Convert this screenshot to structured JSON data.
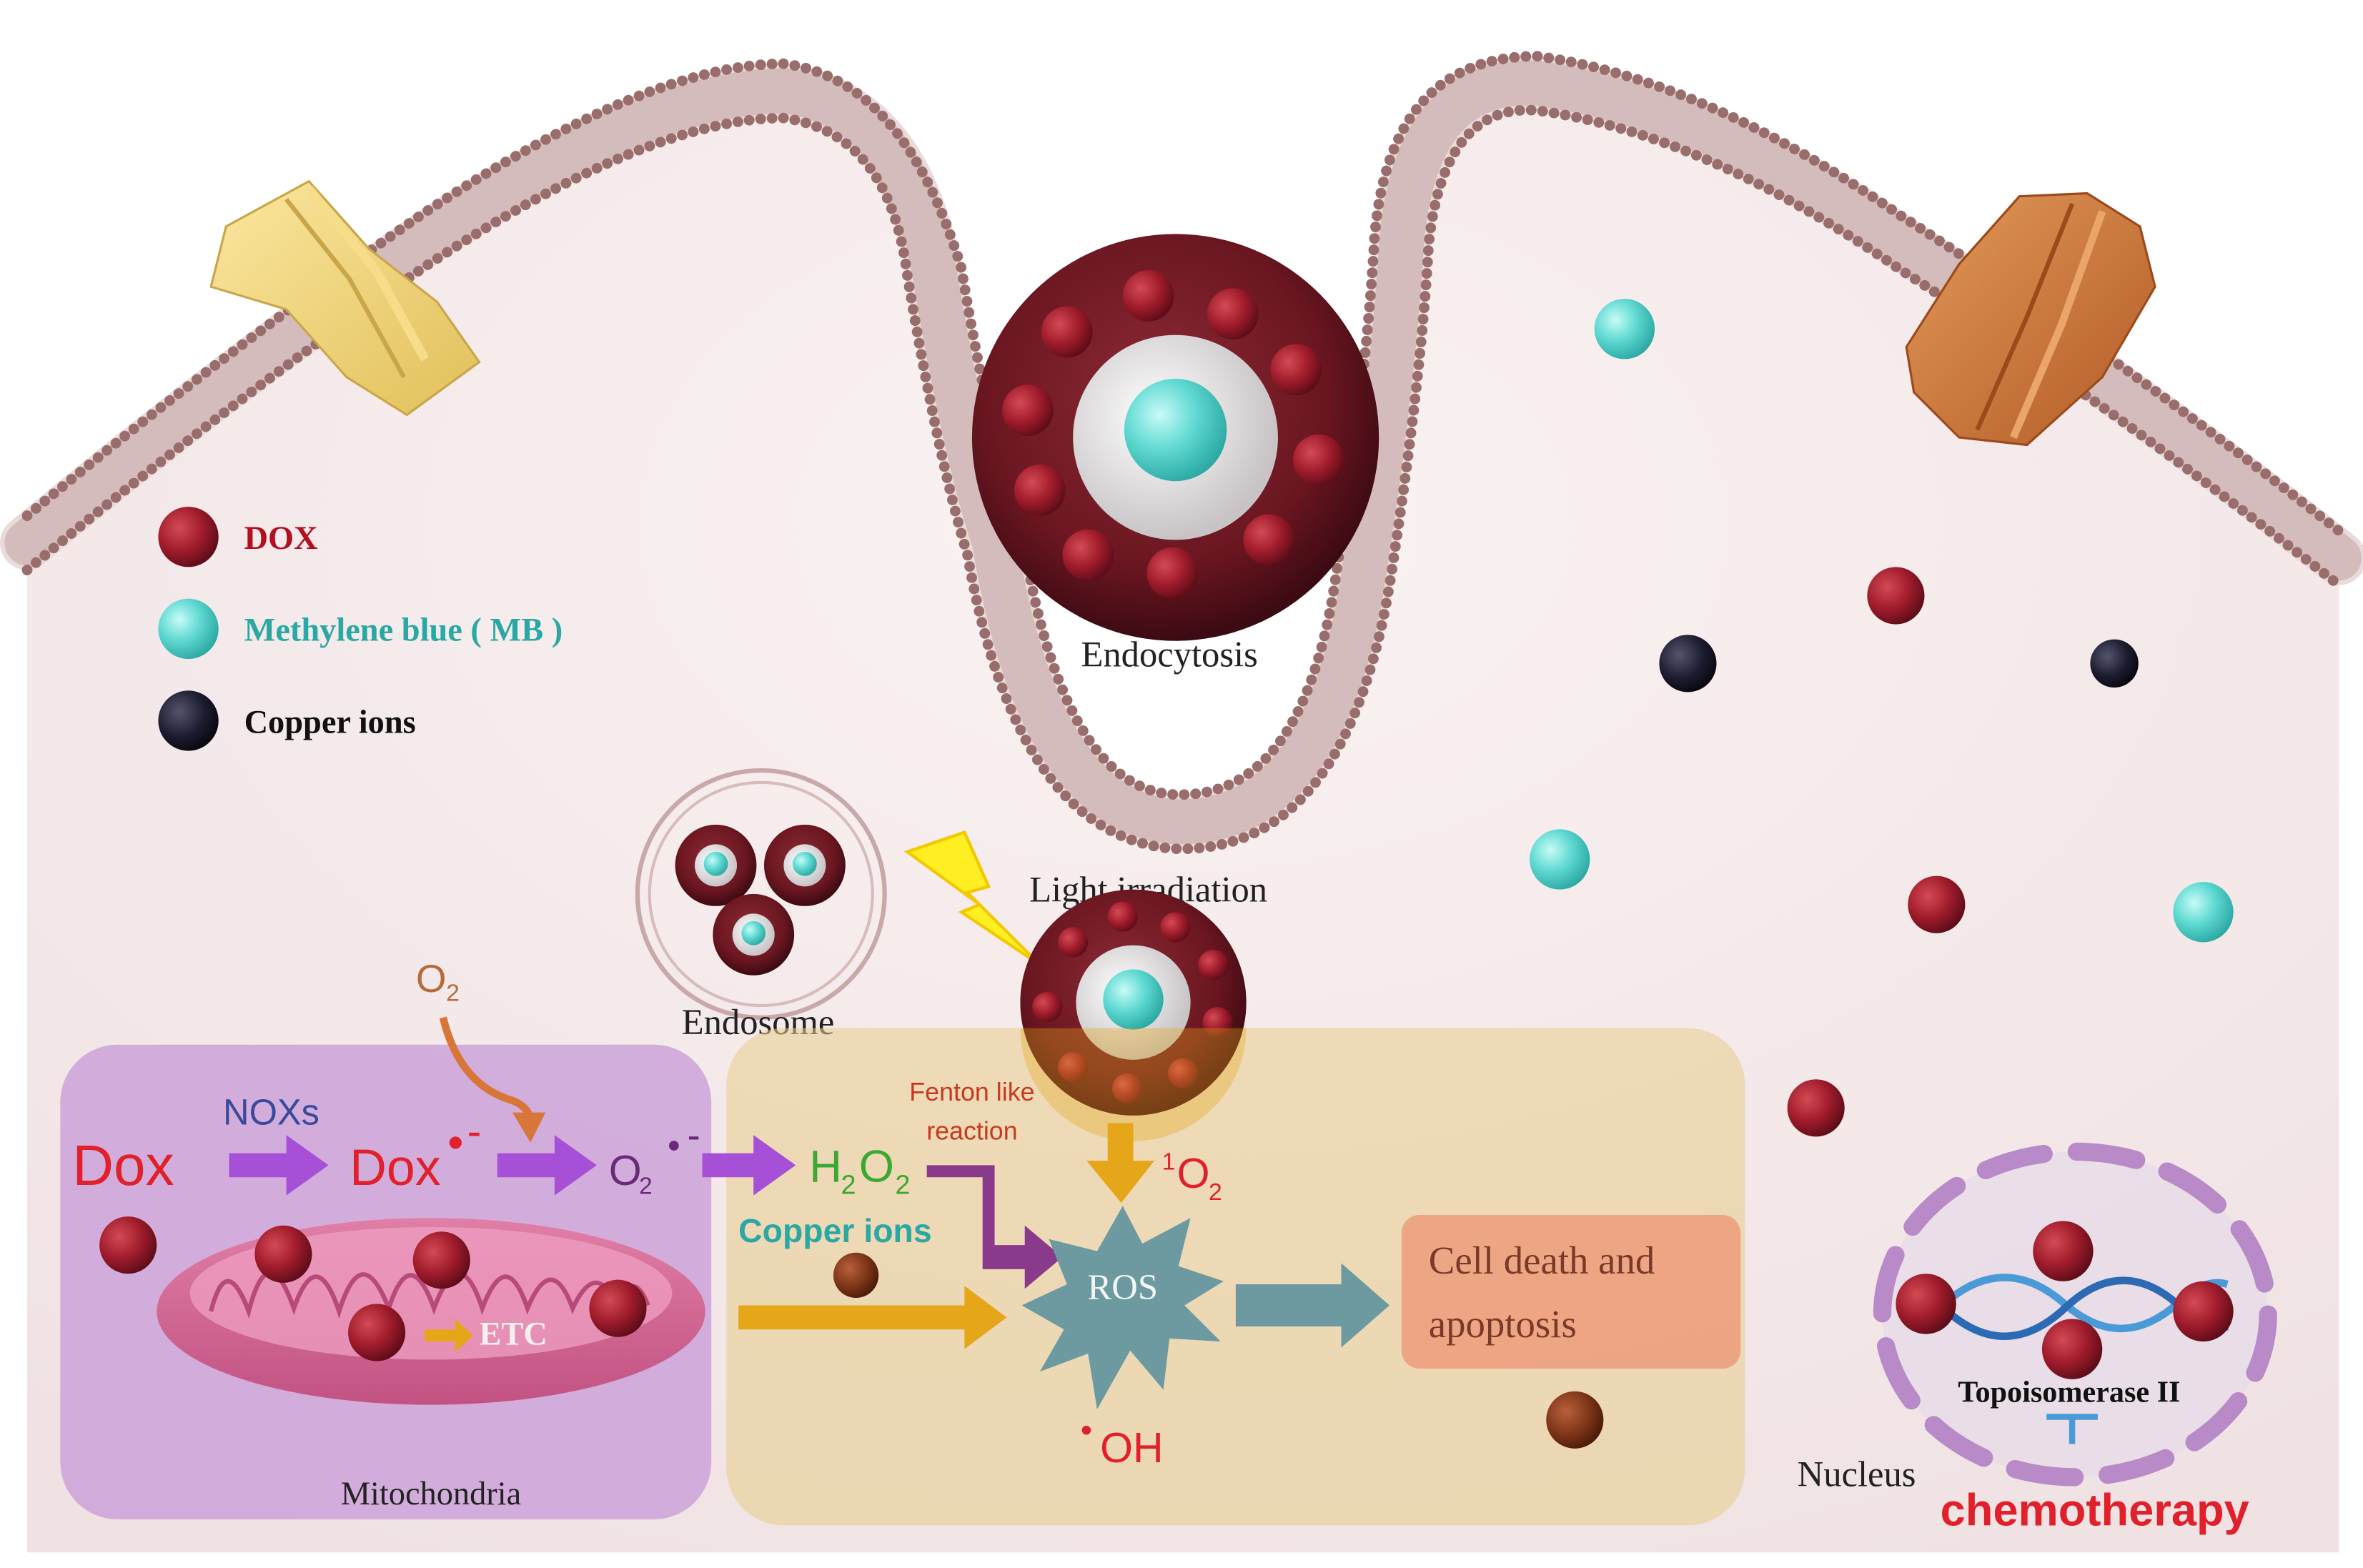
{
  "legend": {
    "items": [
      {
        "label": "DOX",
        "color": "#a01c2c",
        "icon": "dox-particle-icon"
      },
      {
        "label": "Methylene blue ( MB )",
        "color": "#3cc2bc",
        "icon": "mb-particle-icon"
      },
      {
        "label": "Copper ions",
        "color": "#1c1c30",
        "icon": "copper-ion-icon"
      }
    ]
  },
  "labels": {
    "endocytosis": "Endocytosis",
    "light_irradiation": "Light irradiation",
    "endosome": "Endosome",
    "mitochondria": "Mitochondria",
    "etc": "ETC",
    "nucleus": "Nucleus",
    "topoisomerase": "Topoisomerase II",
    "chemotherapy": "chemotherapy",
    "cell_death_line1": "Cell death  and",
    "cell_death_line2": "apoptosis",
    "ros": "ROS",
    "oh": "OH",
    "fenton_line1": "Fenton like",
    "fenton_line2": "reaction",
    "copper_ions_path": "Copper ions",
    "nox": "NOXs",
    "dox": "Dox",
    "dox_radical": "Dox",
    "superoxide": "O",
    "o2": "O",
    "h2o2_h": "H",
    "h2o2_o": "O",
    "singlet_o": "O",
    "singlet_sup": "1",
    "sub_2": "2"
  },
  "colors": {
    "cytoplasm": "#f7eded",
    "membrane_head": "#9a6d6d",
    "dox": "#a01c2c",
    "mb": "#3cc2bc",
    "copper": "#1c1c30",
    "arrow_purple": "#a550d6",
    "arrow_orange": "#e6a61a",
    "ros_star": "#6c9aa0",
    "red_text": "#e0202a",
    "green_text": "#3aa832",
    "teal_text": "#2aa8a4"
  }
}
